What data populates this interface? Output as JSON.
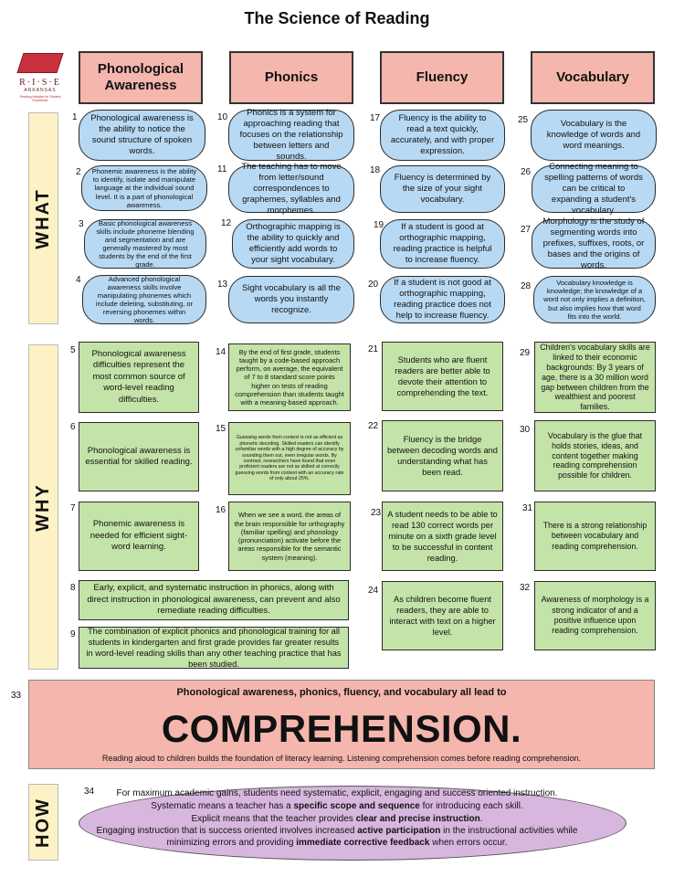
{
  "title": "The Science of Reading",
  "logo": {
    "name": "R·I·S·E",
    "sub": "ARKANSAS",
    "tagline": "Reading Initiative for Student Excellence"
  },
  "columns": [
    "Phonological Awareness",
    "Phonics",
    "Fluency",
    "Vocabulary"
  ],
  "sections": {
    "what": "WHAT",
    "why": "WHY",
    "how": "HOW"
  },
  "items": {
    "1": "Phonological awareness is the ability to notice the sound structure of spoken words.",
    "2": "Phonemic awareness is the ability to identify, isolate and manipulate language at the individual sound level. It is a part of phonological awareness.",
    "3": "Basic phonological awareness skills include phoneme blending and segmentation and are generally mastered by most students by the end of the first grade.",
    "4": "Advanced phonological awareness skills involve manipulating phonemes which include deleting, substituting, or reversing phonemes within words.",
    "5": "Phonological awareness difficulties represent the most common source of word-level reading difficulties.",
    "6": "Phonological awareness is essential for skilled reading.",
    "7": "Phonemic awareness is needed for efficient sight-word learning.",
    "8": "Early, explicit, and systematic instruction in phonics, along with direct instruction in phonological awareness, can prevent and also remediate reading difficulties.",
    "9": "The combination of explicit phonics and phonological training for all students in kindergarten and first grade provides far greater results in word-level reading skills than any other teaching practice that has been studied.",
    "10": "Phonics is a system for approaching reading that focuses on the relationship between letters and sounds.",
    "11": "The teaching has to move from letter/sound correspondences to graphemes, syllables and morphemes.",
    "12": "Orthographic mapping is the ability to quickly and efficiently add words to your sight vocabulary.",
    "13": "Sight vocabulary is all the words you instantly recognize.",
    "14": "By the end of first grade, students taught by a code-based approach perform, on average, the equivalent of 7 to 8 standard score points higher on tests of reading comprehension than students taught with a meaning-based approach.",
    "15": "Guessing words from context is not as efficient as phonetic decoding. Skilled readers can identify unfamiliar words with a high degree of accuracy by sounding them out, even irregular words. By contrast, researchers have found that even proficient readers are not as skilled at correctly guessing words from context with an accuracy rate of only about 25%.",
    "16": "When we see a word, the areas of the brain responsible for orthography (familiar spelling) and phonology (pronunciation) activate before the areas responsible for the semantic system (meaning).",
    "17": "Fluency is the ability to read a text quickly, accurately, and with proper expression.",
    "18": "Fluency is determined by the size of your sight vocabulary.",
    "19": "If a student is good at orthographic mapping, reading practice is helpful to increase fluency.",
    "20": "If a student is not good at orthographic mapping, reading practice does not help to increase fluency.",
    "21": "Students who are fluent readers are better able to devote their attention to comprehending the text.",
    "22": "Fluency is the bridge between decoding words and understanding what has been read.",
    "23": "A student needs to be able to read 130 correct words per minute on a sixth grade level to be successful in content reading.",
    "24": "As children become fluent readers, they are able to interact with text on a higher level.",
    "25": "Vocabulary is the knowledge of words and word meanings.",
    "26": "Connecting meaning to spelling patterns of words can be critical to expanding a student's vocabulary.",
    "27": "Morphology is the study of segmenting words into prefixes, suffixes, roots, or bases and the origins of words.",
    "28": "Vocabulary knowledge is knowledge; the knowledge of a word not only implies a definition, but also implies how that word fits into the world.",
    "29": "Children's vocabulary skills are linked to their economic backgrounds: By 3 years of age, there is a 30 million word gap between children from the wealthiest and poorest families.",
    "30": "Vocabulary is the glue that holds stories, ideas, and content together making reading comprehension possible for children.",
    "31": "There is a strong relationship between vocabulary and reading comprehension.",
    "32": "Awareness of morphology is a strong indicator of and a positive influence upon reading comprehension."
  },
  "comprehension": {
    "number": "33",
    "intro": "Phonological awareness, phonics, fluency, and vocabulary all lead to",
    "word": "COMPREHENSION.",
    "footer": "Reading aloud to children builds the foundation of literacy learning. Listening comprehension comes before reading comprehension."
  },
  "how": {
    "number": "34",
    "line1": "For maximum academic gains, students need systematic, explicit, engaging and success oriented instruction.",
    "line2_pre": "Systematic means a teacher has a ",
    "line2_bold": "specific scope and sequence",
    "line2_post": " for introducing each skill.",
    "line3_pre": "Explicit means that the teacher provides ",
    "line3_bold": "clear and precise instruction",
    "line3_post": ".",
    "line4_pre": "Engaging instruction that is success oriented involves increased ",
    "line4_bold": "active participation",
    "line4_post": " in the instructional activities while",
    "line5_pre": "minimizing errors and providing ",
    "line5_bold": "immediate corrective feedback",
    "line5_post": " when errors occur."
  },
  "colors": {
    "header": "#f4b6ad",
    "what_pill": "#b8d9f3",
    "why_box": "#c4e3a8",
    "side": "#fdf2c6",
    "how_oval": "#d8b7de"
  }
}
